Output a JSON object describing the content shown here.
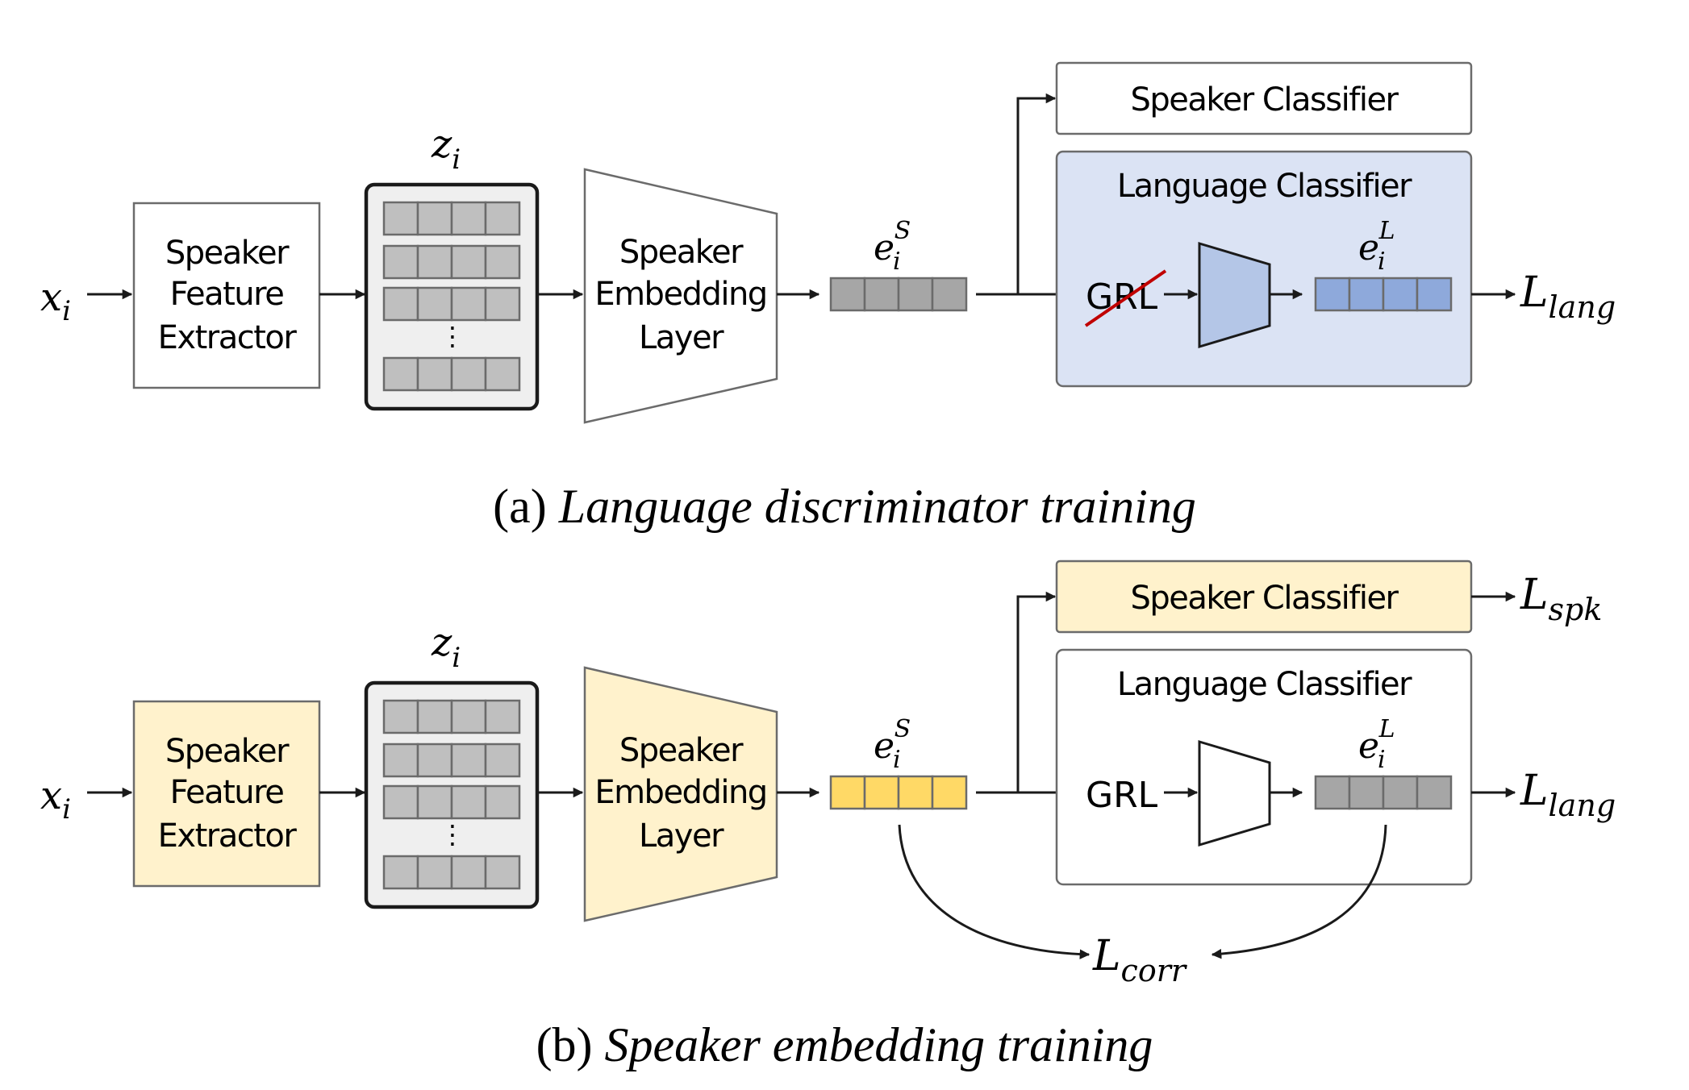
{
  "colors": {
    "stroke": "#1a1a1a",
    "box_stroke": "#6b6b6b",
    "feature_cell": "#bfbfbf",
    "grey_cell": "#a6a6a6",
    "frozen_fill": "#fff2cc",
    "yellow_cell": "#ffd966",
    "lang_fill": "#dbe3f4",
    "lang_cell": "#8ea9db",
    "lang_trap": "#b4c6e7",
    "grl_strike": "#c00000"
  },
  "common": {
    "x_base": "x",
    "x_sub": "i",
    "z_base": "z",
    "z_sub": "i",
    "dots": "⋮",
    "feature_extractor": [
      "Speaker",
      "Feature",
      "Extractor"
    ],
    "embedding_layer": [
      "Speaker",
      "Embedding",
      "Layer"
    ],
    "eS_base": "e",
    "eS_sub": "i",
    "eS_sup": "S",
    "eL_base": "e",
    "eL_sub": "i",
    "eL_sup": "L",
    "speaker_classifier": "Speaker Classifier",
    "language_classifier": "Language Classifier",
    "grl": "GRL",
    "L_base": "L",
    "lang_sub": "lang",
    "spk_sub": "spk",
    "corr_sub": "corr"
  },
  "panel_a": {
    "caption_label": "(a)",
    "caption_text": "Language discriminator training"
  },
  "panel_b": {
    "caption_label": "(b)",
    "caption_text": "Speaker embedding training"
  }
}
